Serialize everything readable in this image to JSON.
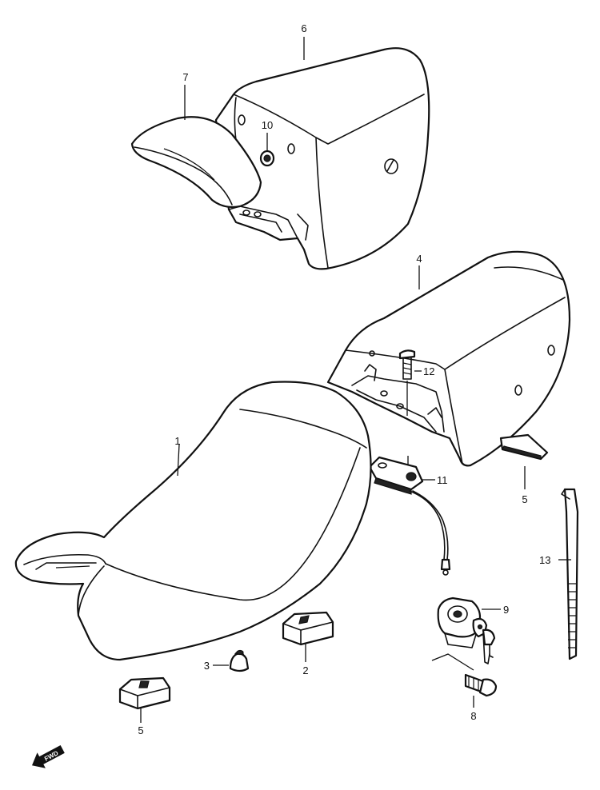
{
  "callouts": [
    {
      "id": "1",
      "text": "1"
    },
    {
      "id": "2",
      "text": "2"
    },
    {
      "id": "3",
      "text": "3"
    },
    {
      "id": "4",
      "text": "4"
    },
    {
      "id": "5a",
      "text": "5"
    },
    {
      "id": "5b",
      "text": "5"
    },
    {
      "id": "6",
      "text": "6"
    },
    {
      "id": "7",
      "text": "7"
    },
    {
      "id": "8",
      "text": "8"
    },
    {
      "id": "9",
      "text": "9"
    },
    {
      "id": "10",
      "text": "10"
    },
    {
      "id": "11",
      "text": "11"
    },
    {
      "id": "12",
      "text": "12"
    },
    {
      "id": "13",
      "text": "13"
    }
  ],
  "fwd_indicator": {
    "text": "FWD",
    "icon": "forward-arrow-icon"
  },
  "colors": {
    "line": "#111111",
    "background": "#ffffff"
  }
}
